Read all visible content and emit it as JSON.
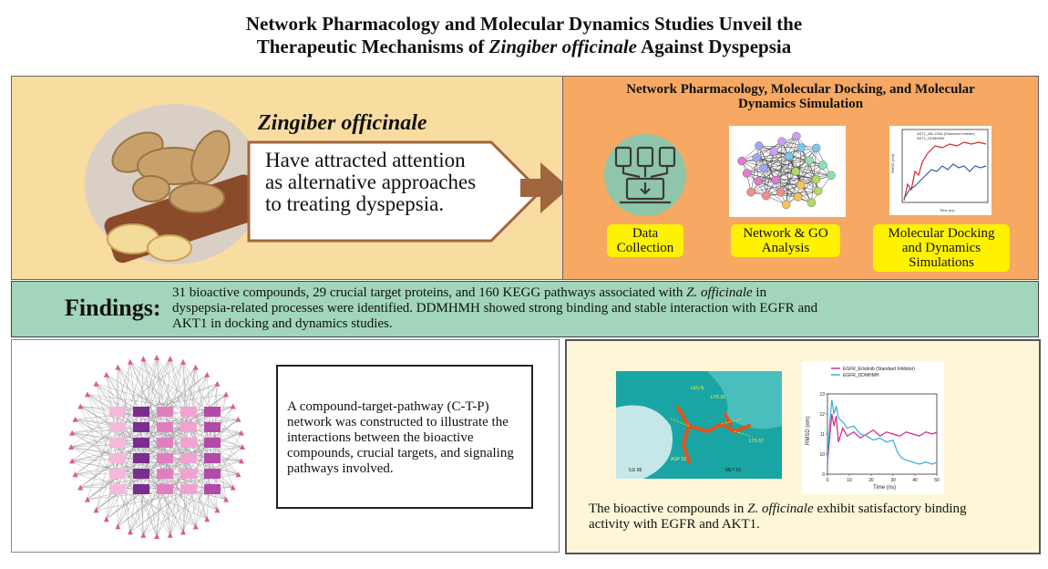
{
  "title": {
    "line1": "Network Pharmacology and Molecular Dynamics Studies Unveil the",
    "line2_pre": "Therapeutic Mechanisms of ",
    "line2_italic": "Zingiber officinale",
    "line2_post": " Against Dyspepsia"
  },
  "intro": {
    "plant_name": "Zingiber officinale",
    "statement_line1": "Have attracted attention",
    "statement_line2": "as alternative approaches",
    "statement_line3": "to treating dyspepsia."
  },
  "methods": {
    "heading_line1": "Network Pharmacology, Molecular Docking, and Molecular",
    "heading_line2": "Dynamics Simulation",
    "steps": [
      {
        "label_line1": "Data",
        "label_line2": "Collection",
        "icon": "laptop-data-icon"
      },
      {
        "label_line1": "Network & GO",
        "label_line2": "Analysis",
        "icon": "network-graph-icon"
      },
      {
        "label_line1": "Molecular Docking",
        "label_line2": "and Dynamics",
        "label_line3": "Simulations",
        "icon": "rmsd-plot-icon"
      }
    ],
    "mini_rmsd_legend": [
      "AKT1_MK-2206 (Standard Inhibitor)",
      "AKT1_DDMHMH"
    ],
    "mini_rmsd_ylabel": "RMSD (nm)",
    "mini_rmsd_xlabel": "Time (ns)"
  },
  "findings": {
    "label": "Findings:",
    "text_line1_pre": "31 bioactive compounds, 29 crucial target proteins, and 160 KEGG pathways associated with ",
    "text_line1_italic": "Z. officinale",
    "text_line1_post": " in",
    "text_line2": "dyspepsia-related processes were identified. DDMHMH showed strong binding and stable interaction with EGFR and",
    "text_line3": "AKT1 in docking and dynamics studies."
  },
  "ctp": {
    "description": "A compound-target-pathway (C-T-P) network was constructed to illustrate the interactions between the bioactive compounds, crucial targets, and signaling pathways involved."
  },
  "binding": {
    "caption_pre": "The bioactive compounds in ",
    "caption_italic": "Z. officinale",
    "caption_post": " exhibit satisfactory binding",
    "caption_line2": "activity with EGFR and AKT1.",
    "docking_labels": [
      "LEU A",
      "LYS 26",
      "ASP 18",
      "ILE 86",
      "LYS 57",
      "MET 81"
    ],
    "chart_data": {
      "type": "line",
      "legend": [
        "EGFR_Erlotinib (Standard Inhibitor)",
        "EGFR_DDMHMH"
      ],
      "ylabel": "RMSD (nm)",
      "xlabel": "Time (ns)",
      "xlim": [
        0,
        50
      ],
      "ylim": [
        9,
        13
      ],
      "x_ticks": [
        "0",
        "10",
        "20",
        "30",
        "40",
        "50"
      ],
      "y_ticks": [
        "9",
        "10",
        "11",
        "12",
        "13"
      ],
      "series": [
        {
          "name": "EGFR_Erlotinib (Standard Inhibitor)",
          "color": "#d0238a",
          "x": [
            0,
            1,
            2,
            3,
            4,
            5,
            7,
            9,
            12,
            15,
            18,
            21,
            24,
            27,
            30,
            33,
            36,
            39,
            42,
            45,
            48,
            50
          ],
          "y": [
            9.5,
            10.8,
            12.0,
            11.4,
            11.9,
            10.6,
            11.3,
            10.9,
            11.1,
            10.8,
            11.0,
            11.2,
            10.9,
            11.1,
            11.0,
            10.9,
            11.1,
            11.0,
            10.9,
            11.1,
            11.0,
            11.1
          ]
        },
        {
          "name": "EGFR_DDMHMH",
          "color": "#38a9dc",
          "x": [
            0,
            1,
            2,
            3,
            4,
            5,
            7,
            9,
            12,
            15,
            18,
            21,
            24,
            27,
            30,
            32,
            34,
            36,
            39,
            42,
            45,
            48,
            50
          ],
          "y": [
            9.6,
            11.5,
            12.7,
            12.0,
            12.4,
            11.8,
            11.6,
            11.3,
            11.4,
            11.0,
            10.9,
            10.7,
            10.8,
            10.6,
            10.7,
            10.1,
            9.8,
            9.7,
            9.6,
            9.5,
            9.6,
            9.5,
            9.6
          ]
        }
      ]
    }
  },
  "colors": {
    "top_left_bg": "#f9dca0",
    "top_right_bg": "#f7a862",
    "findings_bg": "#a2d5b9",
    "arrow": "#a0673f",
    "label_highlight": "#fff200"
  }
}
